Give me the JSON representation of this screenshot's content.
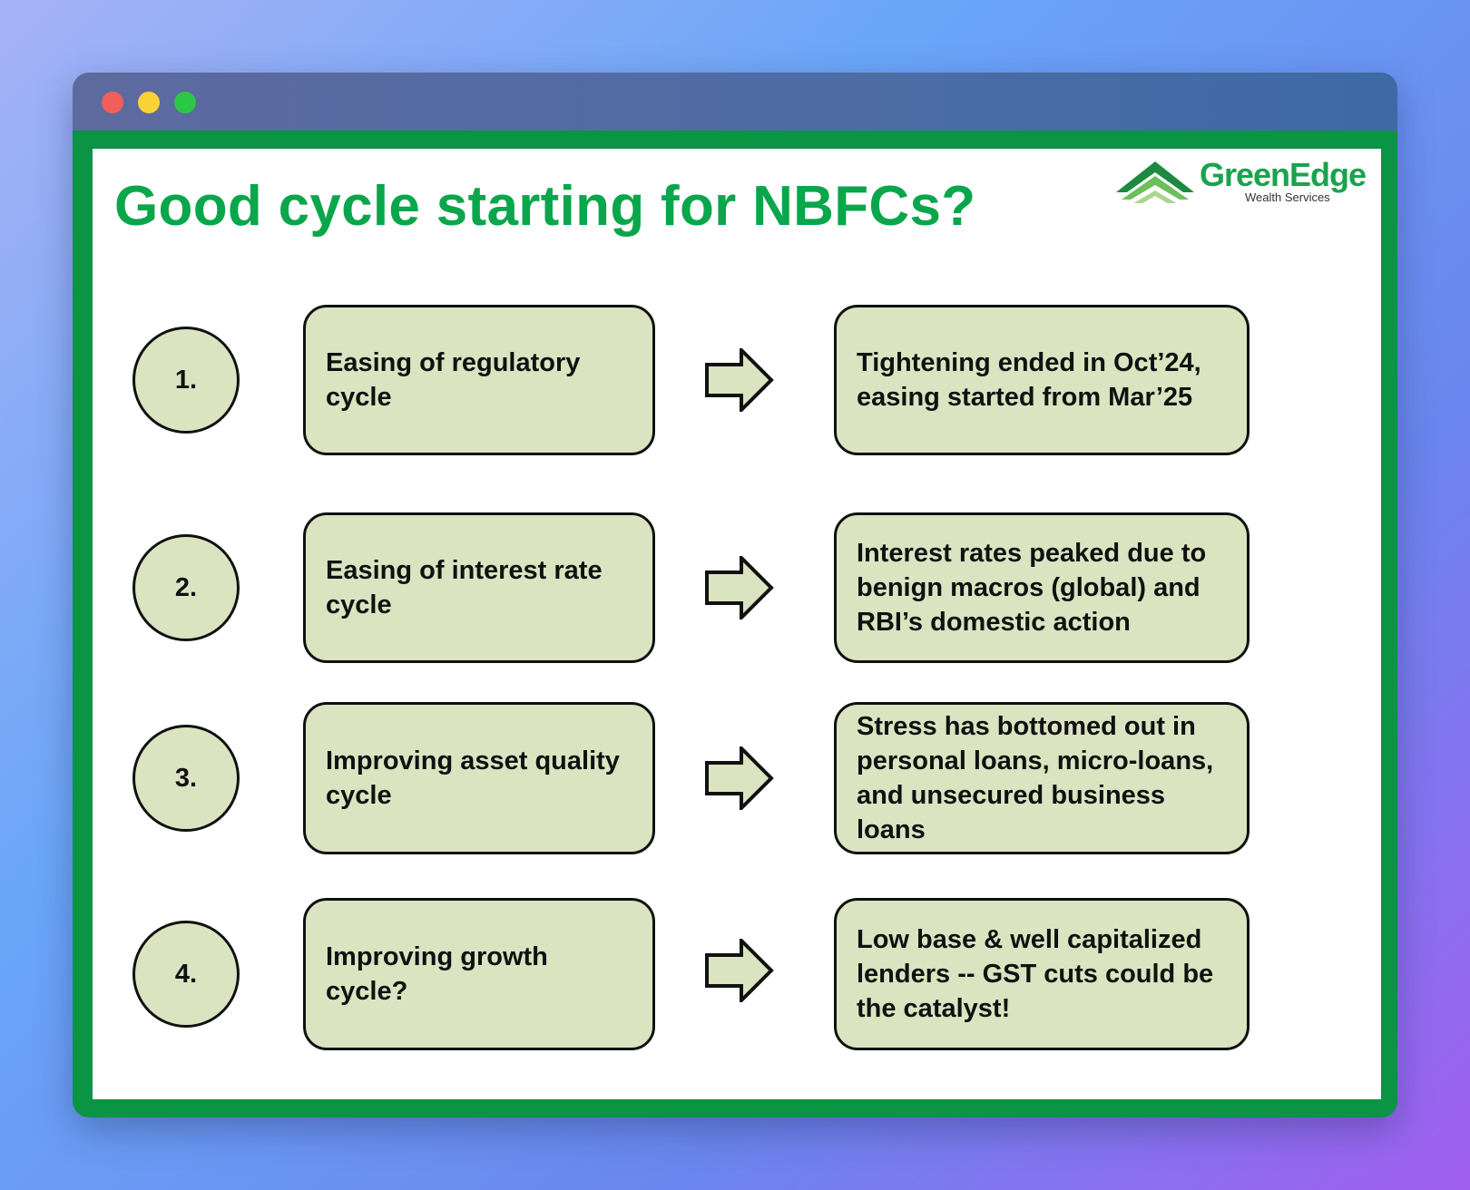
{
  "window": {
    "controls": [
      "close",
      "minimize",
      "maximize"
    ]
  },
  "slide": {
    "title": "Good cycle starting for NBFCs?",
    "logo": {
      "name": "GreenEdge",
      "tagline": "Wealth Services",
      "icon": "mountain-chevron-icon"
    },
    "rows": [
      {
        "number": "1.",
        "cycle": "Easing of regulatory cycle",
        "detail": "Tightening ended in Oct’24, easing started from Mar’25"
      },
      {
        "number": "2.",
        "cycle": "Easing of interest rate cycle",
        "detail": "Interest rates peaked due to benign macros (global) and RBI’s domestic action"
      },
      {
        "number": "3.",
        "cycle": "Improving asset quality cycle",
        "detail": "Stress has bottomed out in personal loans, micro-loans, and unsecured business loans"
      },
      {
        "number": "4.",
        "cycle": "Improving growth cycle?",
        "detail": "Low base & well capitalized lenders -- GST cuts could be the catalyst!"
      }
    ]
  },
  "colors": {
    "title": "#09a64b",
    "frame": "#0a9444",
    "box_fill": "#dae4c1",
    "outline": "#111111"
  }
}
